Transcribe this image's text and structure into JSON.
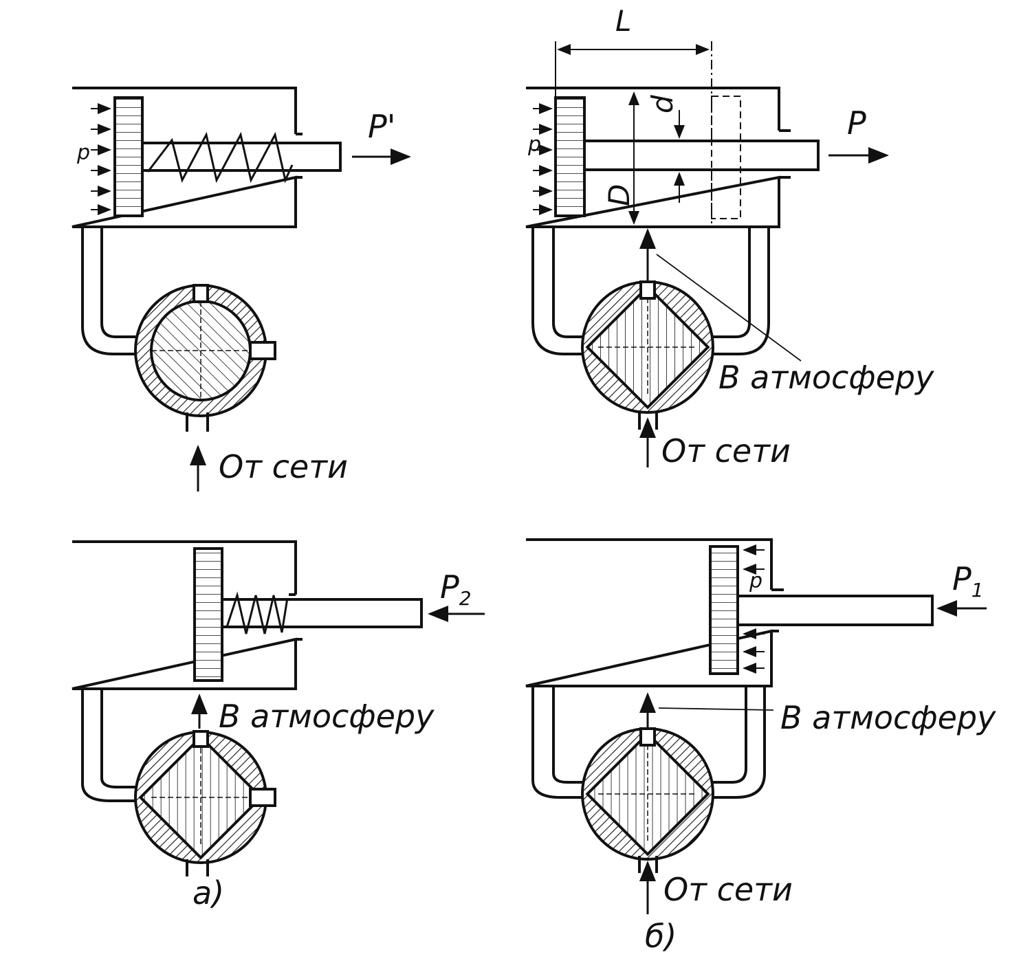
{
  "labels": {
    "a": {
      "force_top": "P'",
      "pressure_top": "p",
      "supply_top": "От сети",
      "force_bottom": "P",
      "force_bottom_sub": "2",
      "exhaust_bottom": "В атмосферу",
      "caption": "a)"
    },
    "b": {
      "dim_L": "L",
      "dim_d": "d",
      "dim_D": "D",
      "pressure_top": "p",
      "force_top": "P",
      "exhaust_top": "В атмосферу",
      "supply_top": "От сети",
      "pressure_bottom": "p",
      "force_bottom": "P",
      "force_bottom_sub": "1",
      "exhaust_bottom": "В атмосферу",
      "supply_bottom": "От сети",
      "caption": "б)"
    }
  },
  "colors": {
    "ink": "#111111",
    "paper": "#ffffff"
  }
}
